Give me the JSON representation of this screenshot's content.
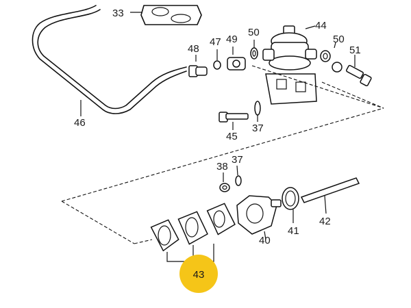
{
  "diagram": {
    "parts": {
      "p33": "33",
      "p37a": "37",
      "p37b": "37",
      "p38": "38",
      "p40": "40",
      "p41": "41",
      "p42": "42",
      "p43": "43",
      "p44": "44",
      "p45": "45",
      "p46": "46",
      "p47": "47",
      "p48": "48",
      "p49": "49",
      "p50a": "50",
      "p50b": "50",
      "p51": "51"
    },
    "highlight": {
      "part": "43",
      "color": "#f5c518"
    }
  }
}
